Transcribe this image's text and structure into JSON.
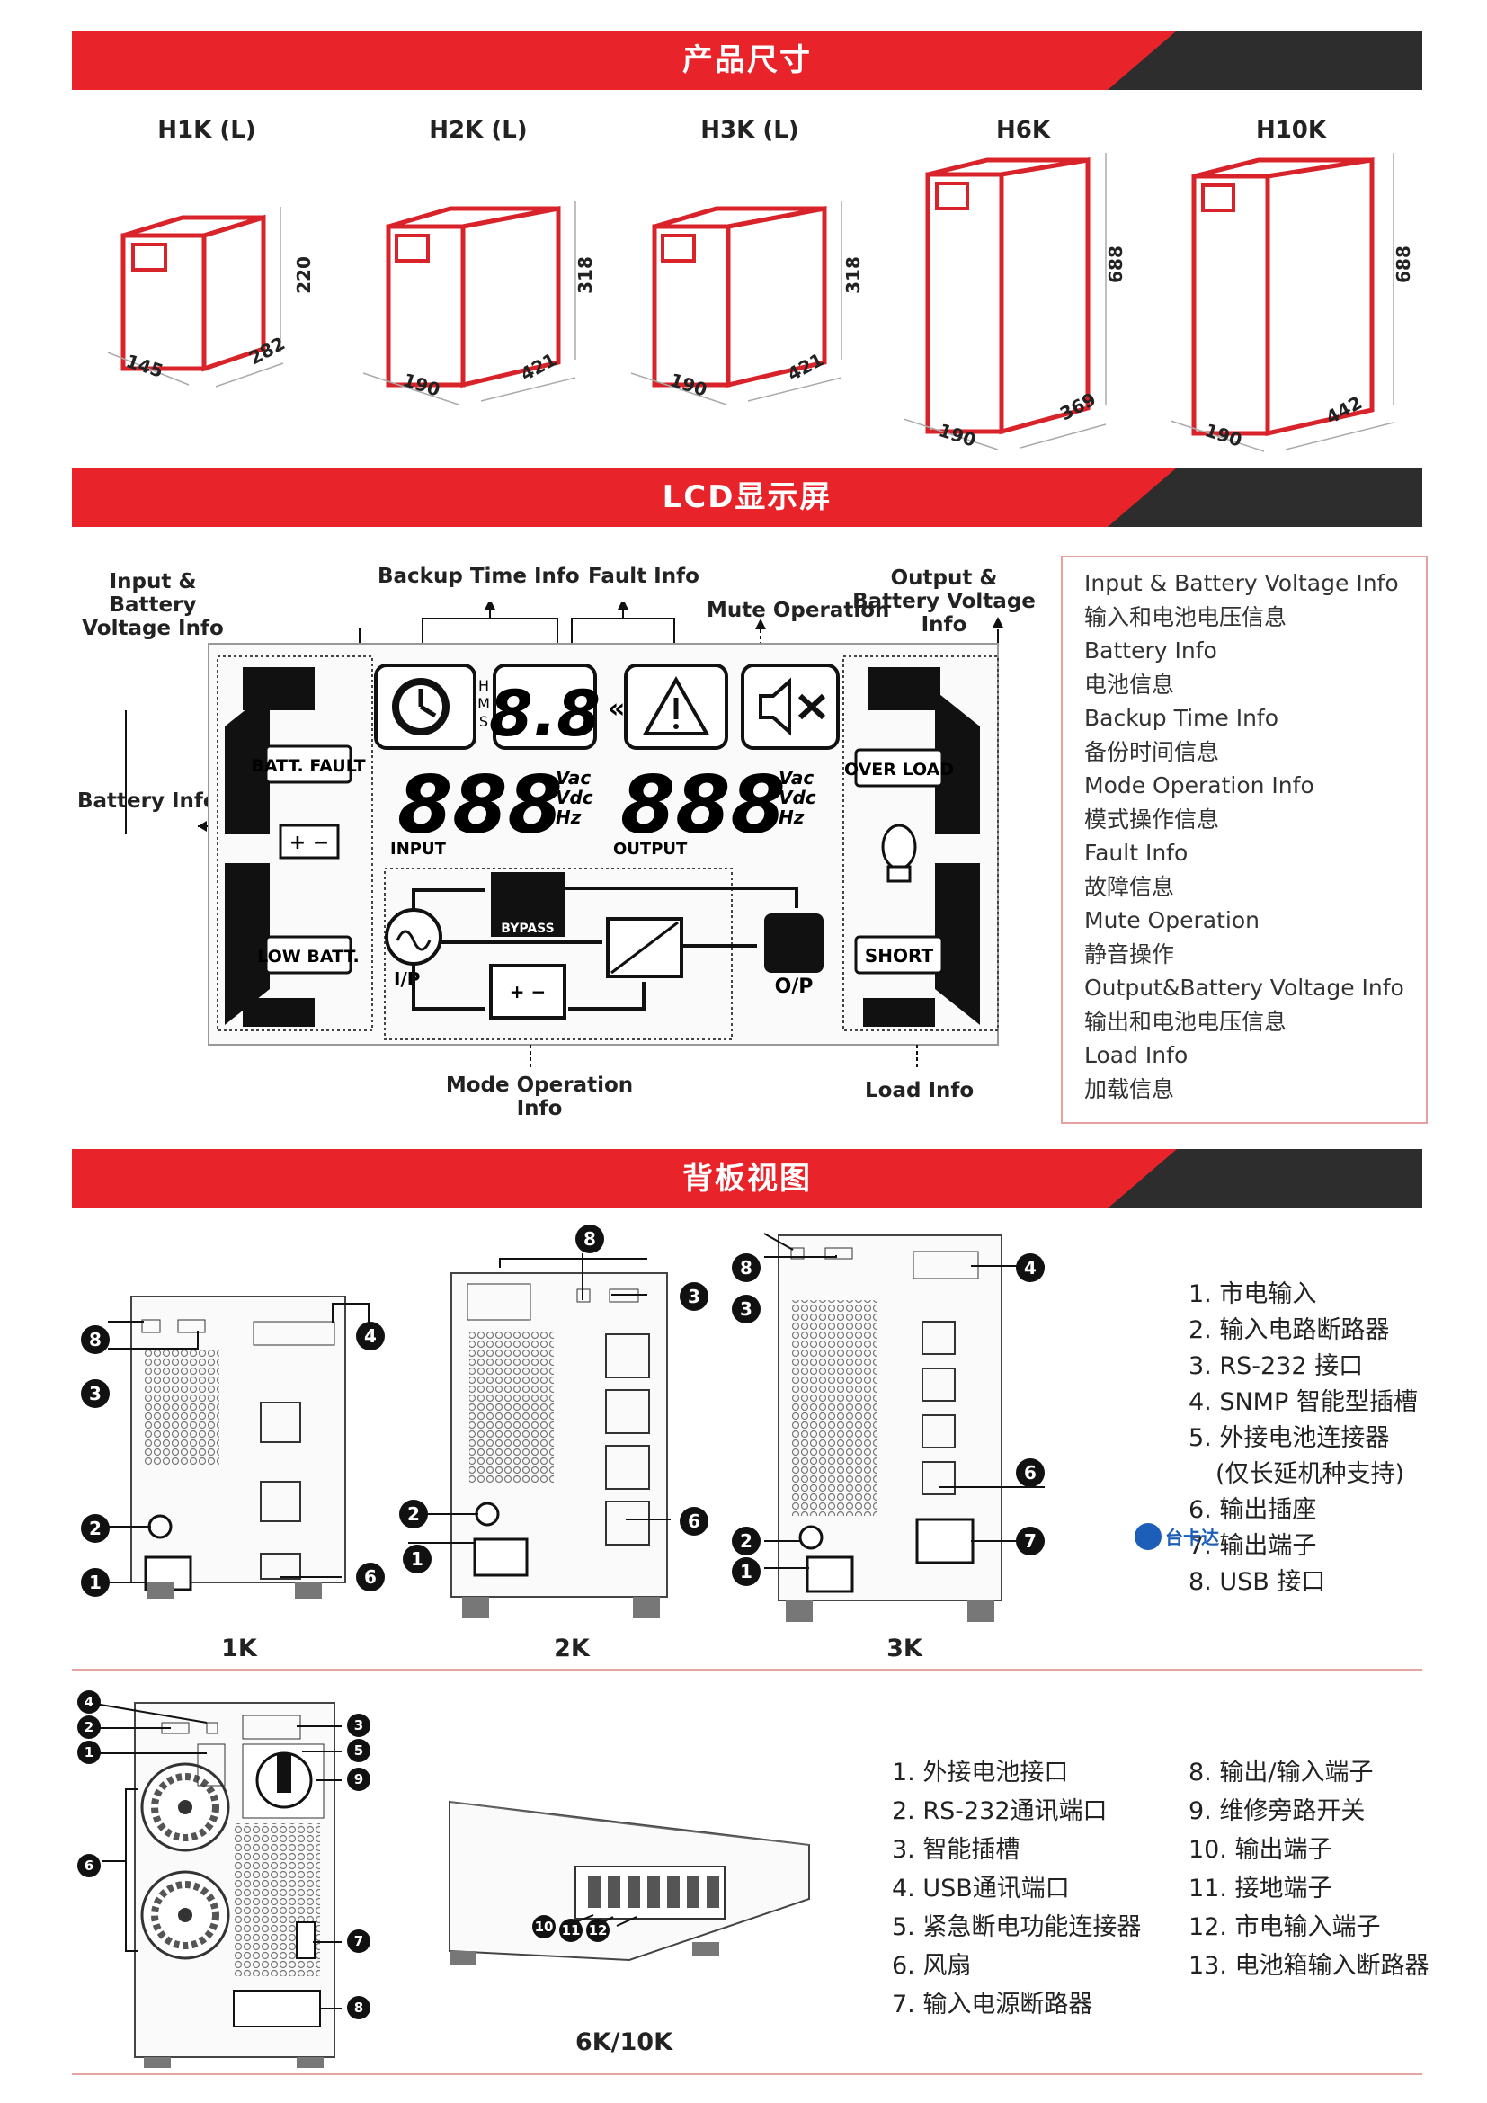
{
  "sections": {
    "dimensions": "产品尺寸",
    "lcd": "LCD显示屏",
    "rear": "背板视图"
  },
  "models": [
    {
      "name": "H1K (L)",
      "height": "220",
      "width": "145",
      "depth": "282"
    },
    {
      "name": "H2K (L)",
      "height": "318",
      "width": "190",
      "depth": "421"
    },
    {
      "name": "H3K (L)",
      "height": "318",
      "width": "190",
      "depth": "421"
    },
    {
      "name": "H6K",
      "height": "688",
      "width": "190",
      "depth": "369"
    },
    {
      "name": "H10K",
      "height": "688",
      "width": "190",
      "depth": "442"
    }
  ],
  "lcd": {
    "labels": {
      "input_battery": "Input & Battery Voltage Info",
      "backup_time": "Backup Time Info",
      "fault": "Fault Info",
      "output_battery": "Output & Battery Voltage Info",
      "mute": "Mute Operation",
      "battery": "Battery Info",
      "mode": "Mode Operation Info",
      "load": "Load Info"
    },
    "screen": {
      "batt_fault": "BATT. FAULT",
      "low_batt": "LOW BATT.",
      "over_load": "OVER LOAD",
      "short": "SHORT",
      "time_digits": "8.8",
      "hms": "H M S",
      "input_digits": "888",
      "output_digits": "888",
      "units": "Vac Vdc Hz",
      "input": "INPUT",
      "output": "OUTPUT",
      "bypass": "BYPASS",
      "ip": "I/P",
      "op": "O/P"
    },
    "legend": [
      "Input & Battery Voltage Info",
      "输入和电池电压信息",
      "Battery Info",
      "电池信息",
      "Backup Time Info",
      "备份时间信息",
      "Mode Operation Info",
      "模式操作信息",
      "Fault Info",
      "故障信息",
      "Mute Operation",
      "静音操作",
      "Output&Battery Voltage Info",
      "输出和电池电压信息",
      "Load Info",
      "加载信息"
    ]
  },
  "rear": {
    "captions": {
      "k1": "1K",
      "k2": "2K",
      "k3": "3K",
      "k6": "6K/10K"
    },
    "list_a": [
      "1. 市电输入",
      "2. 输入电路断路器",
      "3. RS-232 接口",
      "4. SNMP 智能型插槽",
      "5. 外接电池连接器",
      "(仅长延机种支持)",
      "6. 输出插座",
      "7. 输出端子",
      "8. USB 接口"
    ],
    "list_b1": [
      "1. 外接电池接口",
      "2. RS-232通讯端口",
      "3. 智能插槽",
      "4. USB通讯端口",
      "5. 紧急断电功能连接器",
      "6. 风扇",
      "7. 输入电源断路器"
    ],
    "list_b2": [
      "8. 输出/输入端子",
      "9. 维修旁路开关",
      "10. 输出端子",
      "11. 接地端子",
      "12. 市电输入端子",
      "13. 电池箱输入断路器"
    ],
    "watermark": "台卡达"
  },
  "colors": {
    "accent": "#e8232a",
    "dark": "#2d2d2d",
    "box": "#d9232a"
  }
}
